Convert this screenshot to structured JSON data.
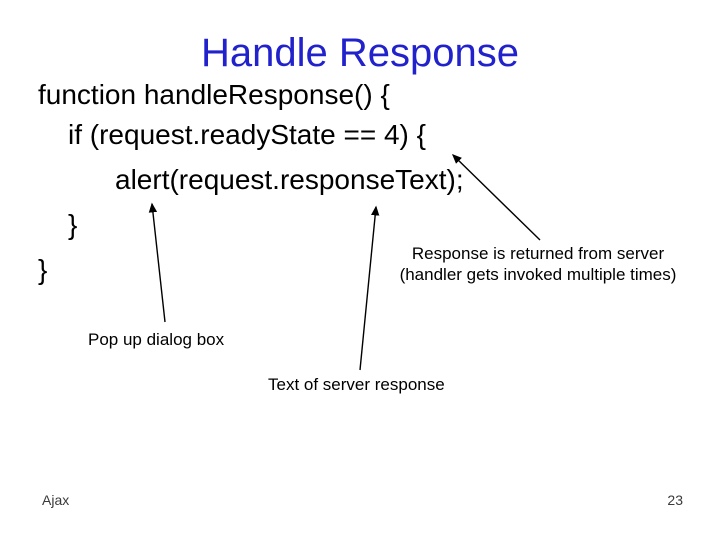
{
  "slide": {
    "title": "Handle Response",
    "title_color": "#2222cc",
    "background_color": "#ffffff",
    "text_color": "#000000",
    "arrow_color": "#000000"
  },
  "code": {
    "language": "javascript",
    "lines": [
      {
        "text": "function handleResponse() {"
      },
      {
        "text": "if (request.readyState == 4) {"
      },
      {
        "text": "alert(request.responseText);"
      },
      {
        "text": "}"
      },
      {
        "text": "}"
      }
    ]
  },
  "annotations": {
    "response_note_line1": "Response is returned from server",
    "response_note_line2": "(handler gets invoked multiple times)",
    "popup_note": "Pop up dialog box",
    "server_text_note": "Text of server response"
  },
  "footer": {
    "left_label": "Ajax",
    "page_number": "23"
  }
}
